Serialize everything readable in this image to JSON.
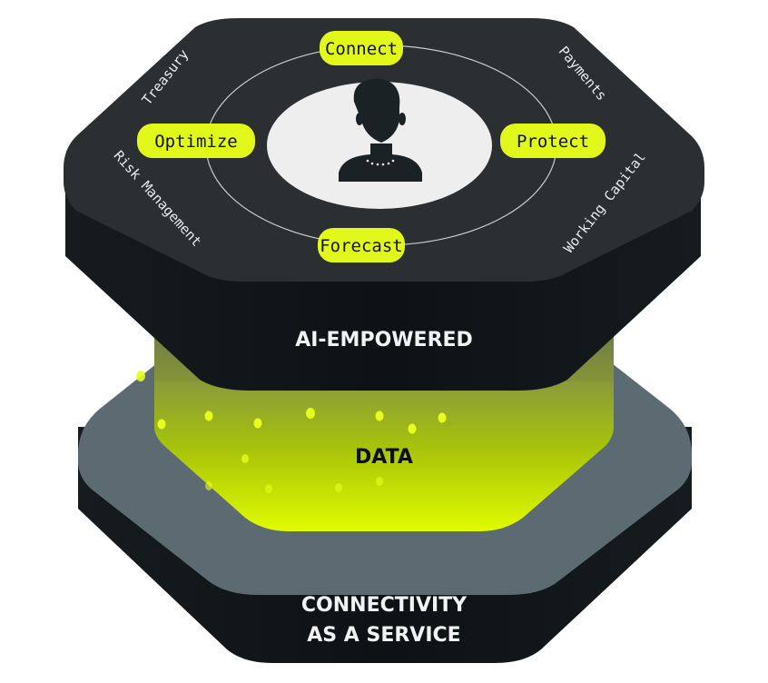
{
  "diagram": {
    "top_layer": {
      "label": "AI-EMPOWERED",
      "center_icon": "person-icon",
      "actions": [
        "Connect",
        "Protect",
        "Forecast",
        "Optimize"
      ],
      "domains": [
        "Treasury",
        "Payments",
        "Working Capital",
        "Risk Management"
      ]
    },
    "middle_layer": {
      "label": "DATA"
    },
    "bottom_layer": {
      "label_line1": "CONNECTIVITY",
      "label_line2": "AS A SERVICE"
    },
    "colors": {
      "accent": "#e2f81a",
      "dark_top": "#2b2f31",
      "dark_side": "#0f1417",
      "slate": "#5c6a72",
      "light": "#eeeeee"
    }
  }
}
